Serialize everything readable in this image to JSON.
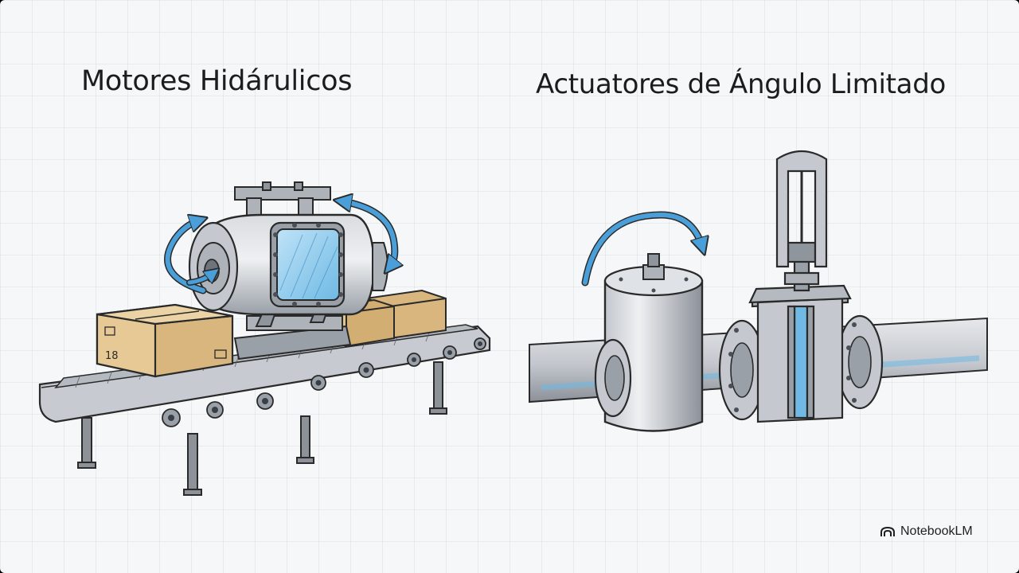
{
  "slide": {
    "title_left": "Motores Hidárulicos",
    "title_right": "Actuatores de Ángulo Limitado"
  },
  "box_labels": {
    "number": "18"
  },
  "brand": {
    "name": "NotebookLM",
    "icon": "notebooklm-logo-icon"
  },
  "colors": {
    "accent_blue": "#4a9fd8",
    "steel": "#c8ccd2",
    "cardboard": "#d8b67e",
    "ink": "#2a2a2a"
  }
}
